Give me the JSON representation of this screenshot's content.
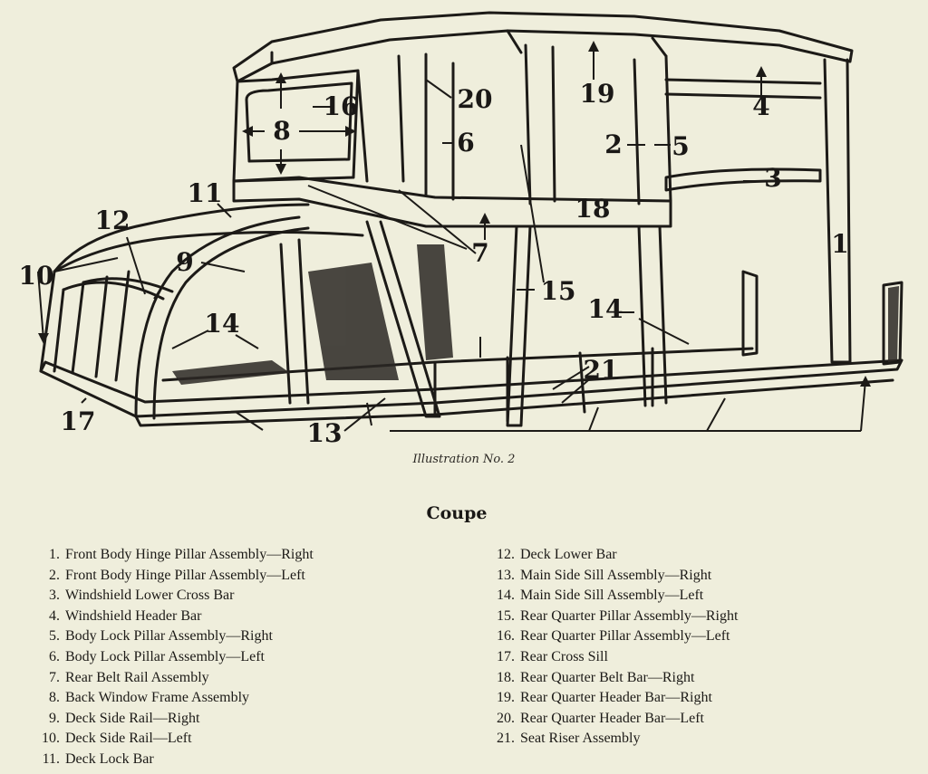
{
  "figure": {
    "caption": "Illustration No. 2",
    "title": "Coupe",
    "callouts": [
      {
        "n": "1"
      },
      {
        "n": "2"
      },
      {
        "n": "3"
      },
      {
        "n": "4"
      },
      {
        "n": "5"
      },
      {
        "n": "6"
      },
      {
        "n": "7"
      },
      {
        "n": "8"
      },
      {
        "n": "9"
      },
      {
        "n": "10"
      },
      {
        "n": "11"
      },
      {
        "n": "12"
      },
      {
        "n": "13"
      },
      {
        "n": "14"
      },
      {
        "n": "14"
      },
      {
        "n": "15"
      },
      {
        "n": "16"
      },
      {
        "n": "17"
      },
      {
        "n": "18"
      },
      {
        "n": "19"
      },
      {
        "n": "20"
      },
      {
        "n": "21"
      }
    ]
  },
  "legend": {
    "left": [
      {
        "num": "1.",
        "label": "Front Body Hinge Pillar Assembly—Right"
      },
      {
        "num": "2.",
        "label": "Front Body Hinge Pillar Assembly—Left"
      },
      {
        "num": "3.",
        "label": "Windshield Lower Cross Bar"
      },
      {
        "num": "4.",
        "label": "Windshield Header Bar"
      },
      {
        "num": "5.",
        "label": "Body Lock Pillar Assembly—Right"
      },
      {
        "num": "6.",
        "label": "Body Lock Pillar Assembly—Left"
      },
      {
        "num": "7.",
        "label": "Rear Belt Rail Assembly"
      },
      {
        "num": "8.",
        "label": "Back Window Frame Assembly"
      },
      {
        "num": "9.",
        "label": "Deck Side Rail—Right"
      },
      {
        "num": "10.",
        "label": "Deck Side Rail—Left"
      },
      {
        "num": "11.",
        "label": "Deck Lock Bar"
      }
    ],
    "right": [
      {
        "num": "12.",
        "label": "Deck Lower Bar"
      },
      {
        "num": "13.",
        "label": "Main Side Sill Assembly—Right"
      },
      {
        "num": "14.",
        "label": "Main Side Sill Assembly—Left"
      },
      {
        "num": "15.",
        "label": "Rear Quarter Pillar Assembly—Right"
      },
      {
        "num": "16.",
        "label": "Rear Quarter Pillar Assembly—Left"
      },
      {
        "num": "17.",
        "label": "Rear Cross Sill"
      },
      {
        "num": "18.",
        "label": "Rear Quarter Belt Bar—Right"
      },
      {
        "num": "19.",
        "label": "Rear Quarter Header Bar—Right"
      },
      {
        "num": "20.",
        "label": "Rear Quarter Header Bar—Left"
      },
      {
        "num": "21.",
        "label": "Seat Riser Assembly"
      }
    ]
  }
}
